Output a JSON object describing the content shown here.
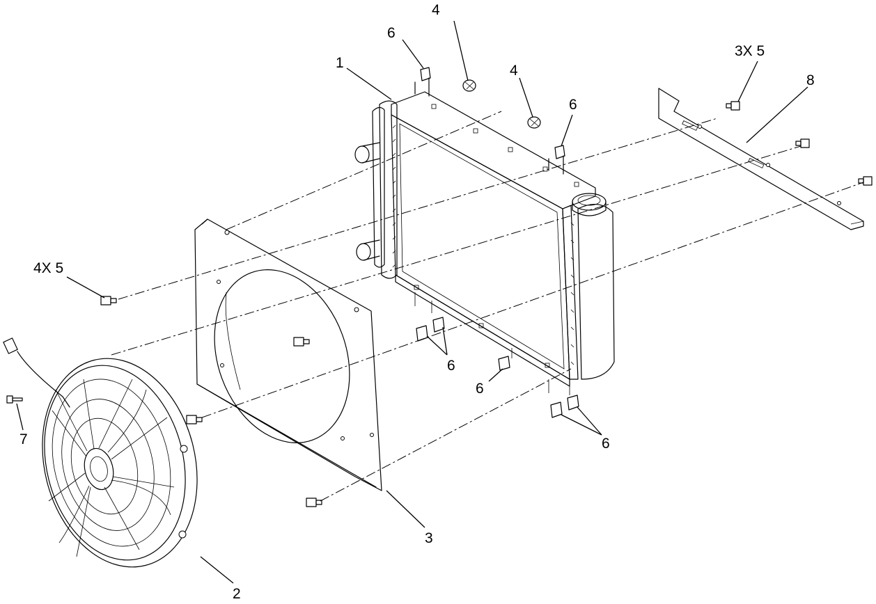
{
  "callouts": {
    "radiator": "1",
    "fan": "2",
    "shroud": "3",
    "clip_a": "4",
    "clip_b": "4",
    "shroud_bolts": "4X 5",
    "bracket_bolts": "3X 5",
    "mount_top_left": "6",
    "mount_top_right": "6",
    "mount_bottom_left": "6",
    "mount_bottom_mid": "6",
    "mount_bottom_right": "6",
    "fan_screw": "7",
    "bracket": "8"
  }
}
